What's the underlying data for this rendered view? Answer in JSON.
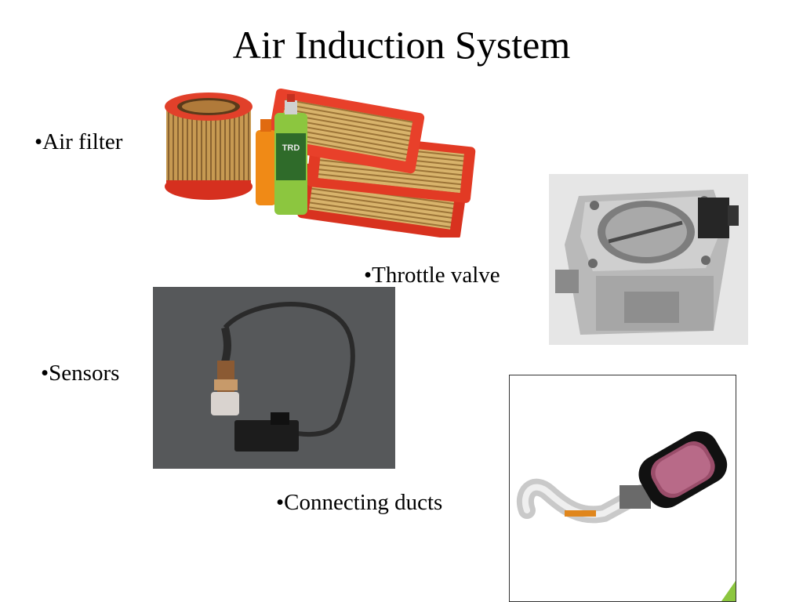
{
  "slide": {
    "title": "Air Induction System",
    "bullets": {
      "air_filter": "•Air filter",
      "throttle_valve": "•Throttle valve",
      "sensors": "•Sensors",
      "connecting_ducts": "•Connecting ducts"
    },
    "photo_labels": {
      "bottle_brand": "TRD"
    }
  }
}
